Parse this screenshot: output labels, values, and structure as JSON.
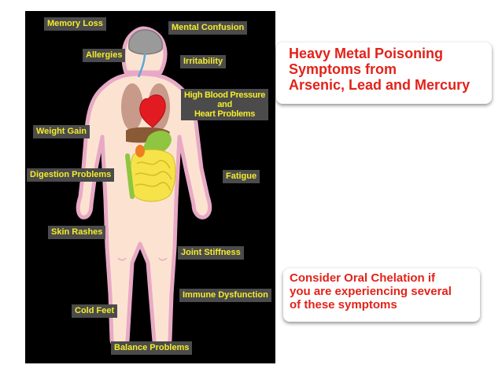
{
  "symptoms": {
    "memory_loss": "Memory Loss",
    "mental_confusion": "Mental Confusion",
    "allergies": "Allergies",
    "irritability": "Irritability",
    "high_bp_line1": "High Blood Pressure",
    "high_bp_line2": "and",
    "high_bp_line3": "Heart Problems",
    "weight_gain": "Weight Gain",
    "digestion": "Digestion Problems",
    "fatigue": "Fatigue",
    "skin_rashes": "Skin Rashes",
    "joint_stiffness": "Joint Stiffness",
    "immune": "Immune Dysfunction",
    "cold_feet": "Cold Feet",
    "balance": "Balance Problems"
  },
  "callout_top": {
    "line1": "Heavy Metal Poisoning",
    "line2": "Symptoms from",
    "line3": "Arsenic, Lead and Mercury"
  },
  "callout_bottom": {
    "line1": "Consider Oral Chelation if",
    "line2": "you are experiencing several",
    "line3": "of these symptoms"
  },
  "colors": {
    "panel": "#000000",
    "label_bg": "#4b4b4b",
    "label_text": "#f4ec2c",
    "callout_text": "#e2231a",
    "skin": "#fce3d1",
    "outline": "#e8a9c6"
  }
}
